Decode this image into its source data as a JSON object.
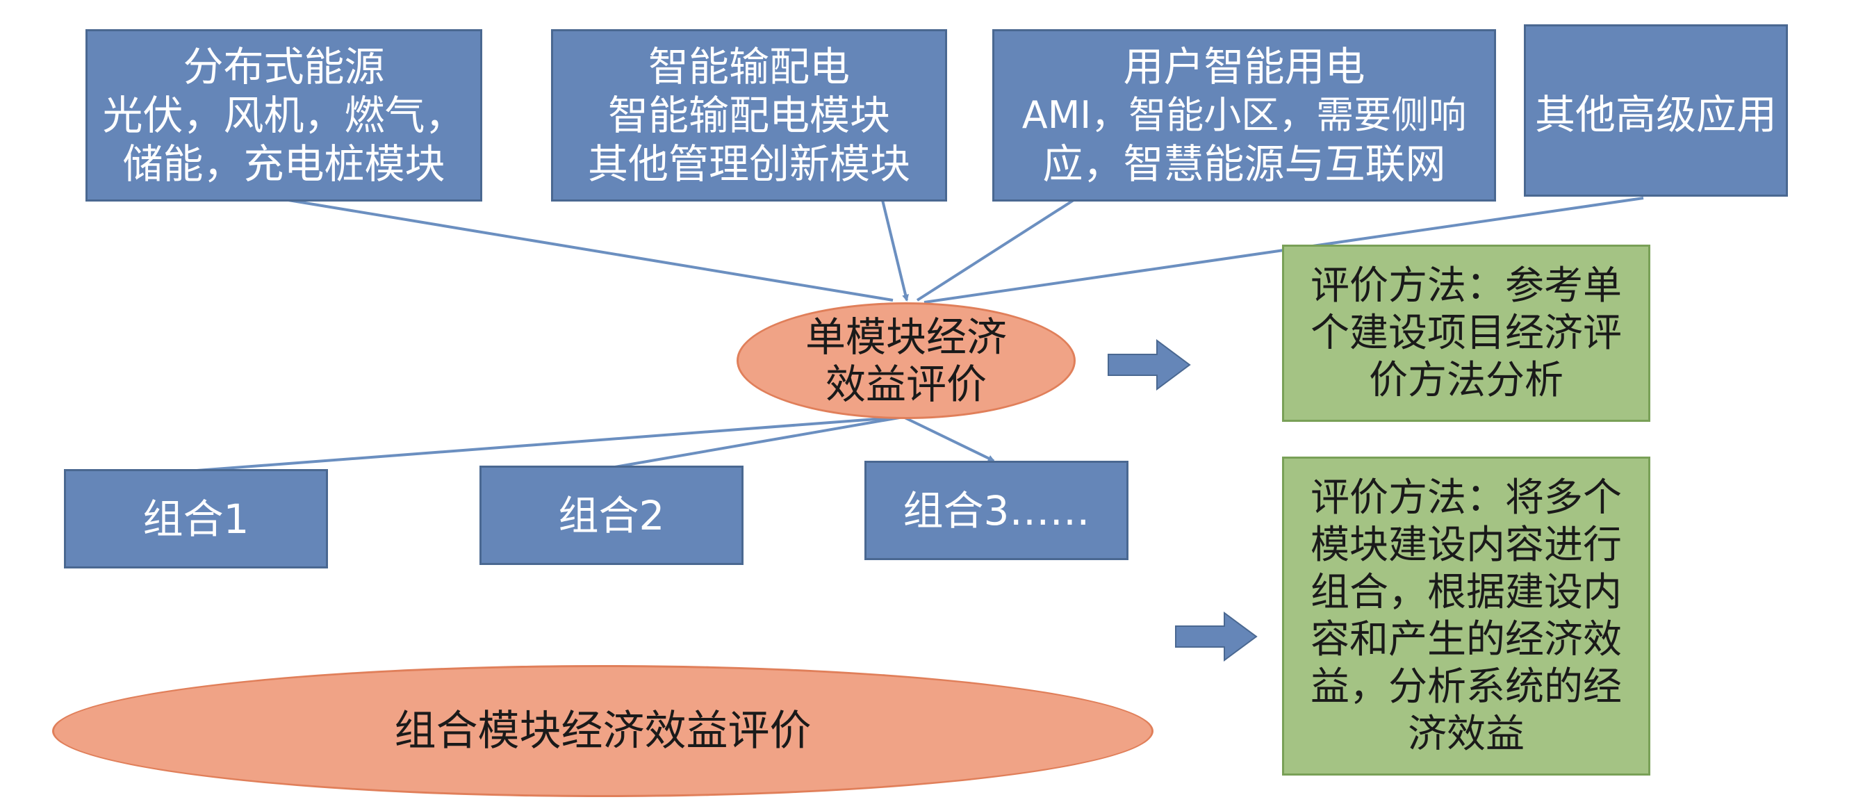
{
  "top_boxes": {
    "distributed_energy": [
      "分布式能源",
      "光伏，风机，燃气，",
      "储能，充电桩模块"
    ],
    "smart_grid": [
      "智能输配电",
      "智能输配电模块",
      "其他管理创新模块"
    ],
    "user_smart_power": [
      "用户智能用电",
      "AMI，智能小区，需要侧响",
      "应，智慧能源与互联网"
    ],
    "other_apps": [
      "其他高级应用"
    ]
  },
  "single_eval": [
    "单模块经济",
    "效益评价"
  ],
  "combos": [
    "组合1",
    "组合2",
    "组合3……"
  ],
  "combo_eval": "组合模块经济效益评价",
  "method1": [
    "评价方法：参考单",
    "个建设项目经济评",
    "价方法分析"
  ],
  "method2": [
    "评价方法：将多个",
    "模块建设内容进行",
    "组合，根据建设内",
    "容和产生的经济效",
    "益，分析系统的经",
    "济效益"
  ],
  "colors": {
    "box_blue": "#6586b8",
    "box_green": "#a4c384",
    "ellipse_orange": "#f0a386",
    "connector": "#6b8fc0"
  }
}
